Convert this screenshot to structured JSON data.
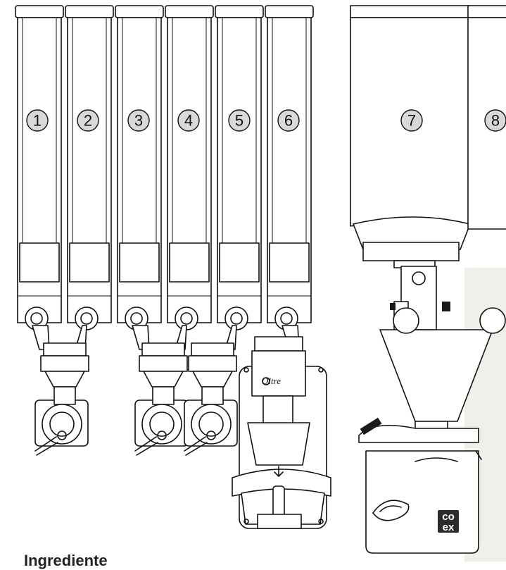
{
  "dispensers": [
    {
      "number": "1"
    },
    {
      "number": "2"
    },
    {
      "number": "3"
    },
    {
      "number": "4"
    },
    {
      "number": "5"
    },
    {
      "number": "6"
    }
  ],
  "canisters": [
    {
      "number": "7"
    },
    {
      "number": "8"
    }
  ],
  "mixer_brand": "Oltre",
  "logo": {
    "line1": "co",
    "line2": "ex"
  },
  "footer_heading": "Ingrediente"
}
